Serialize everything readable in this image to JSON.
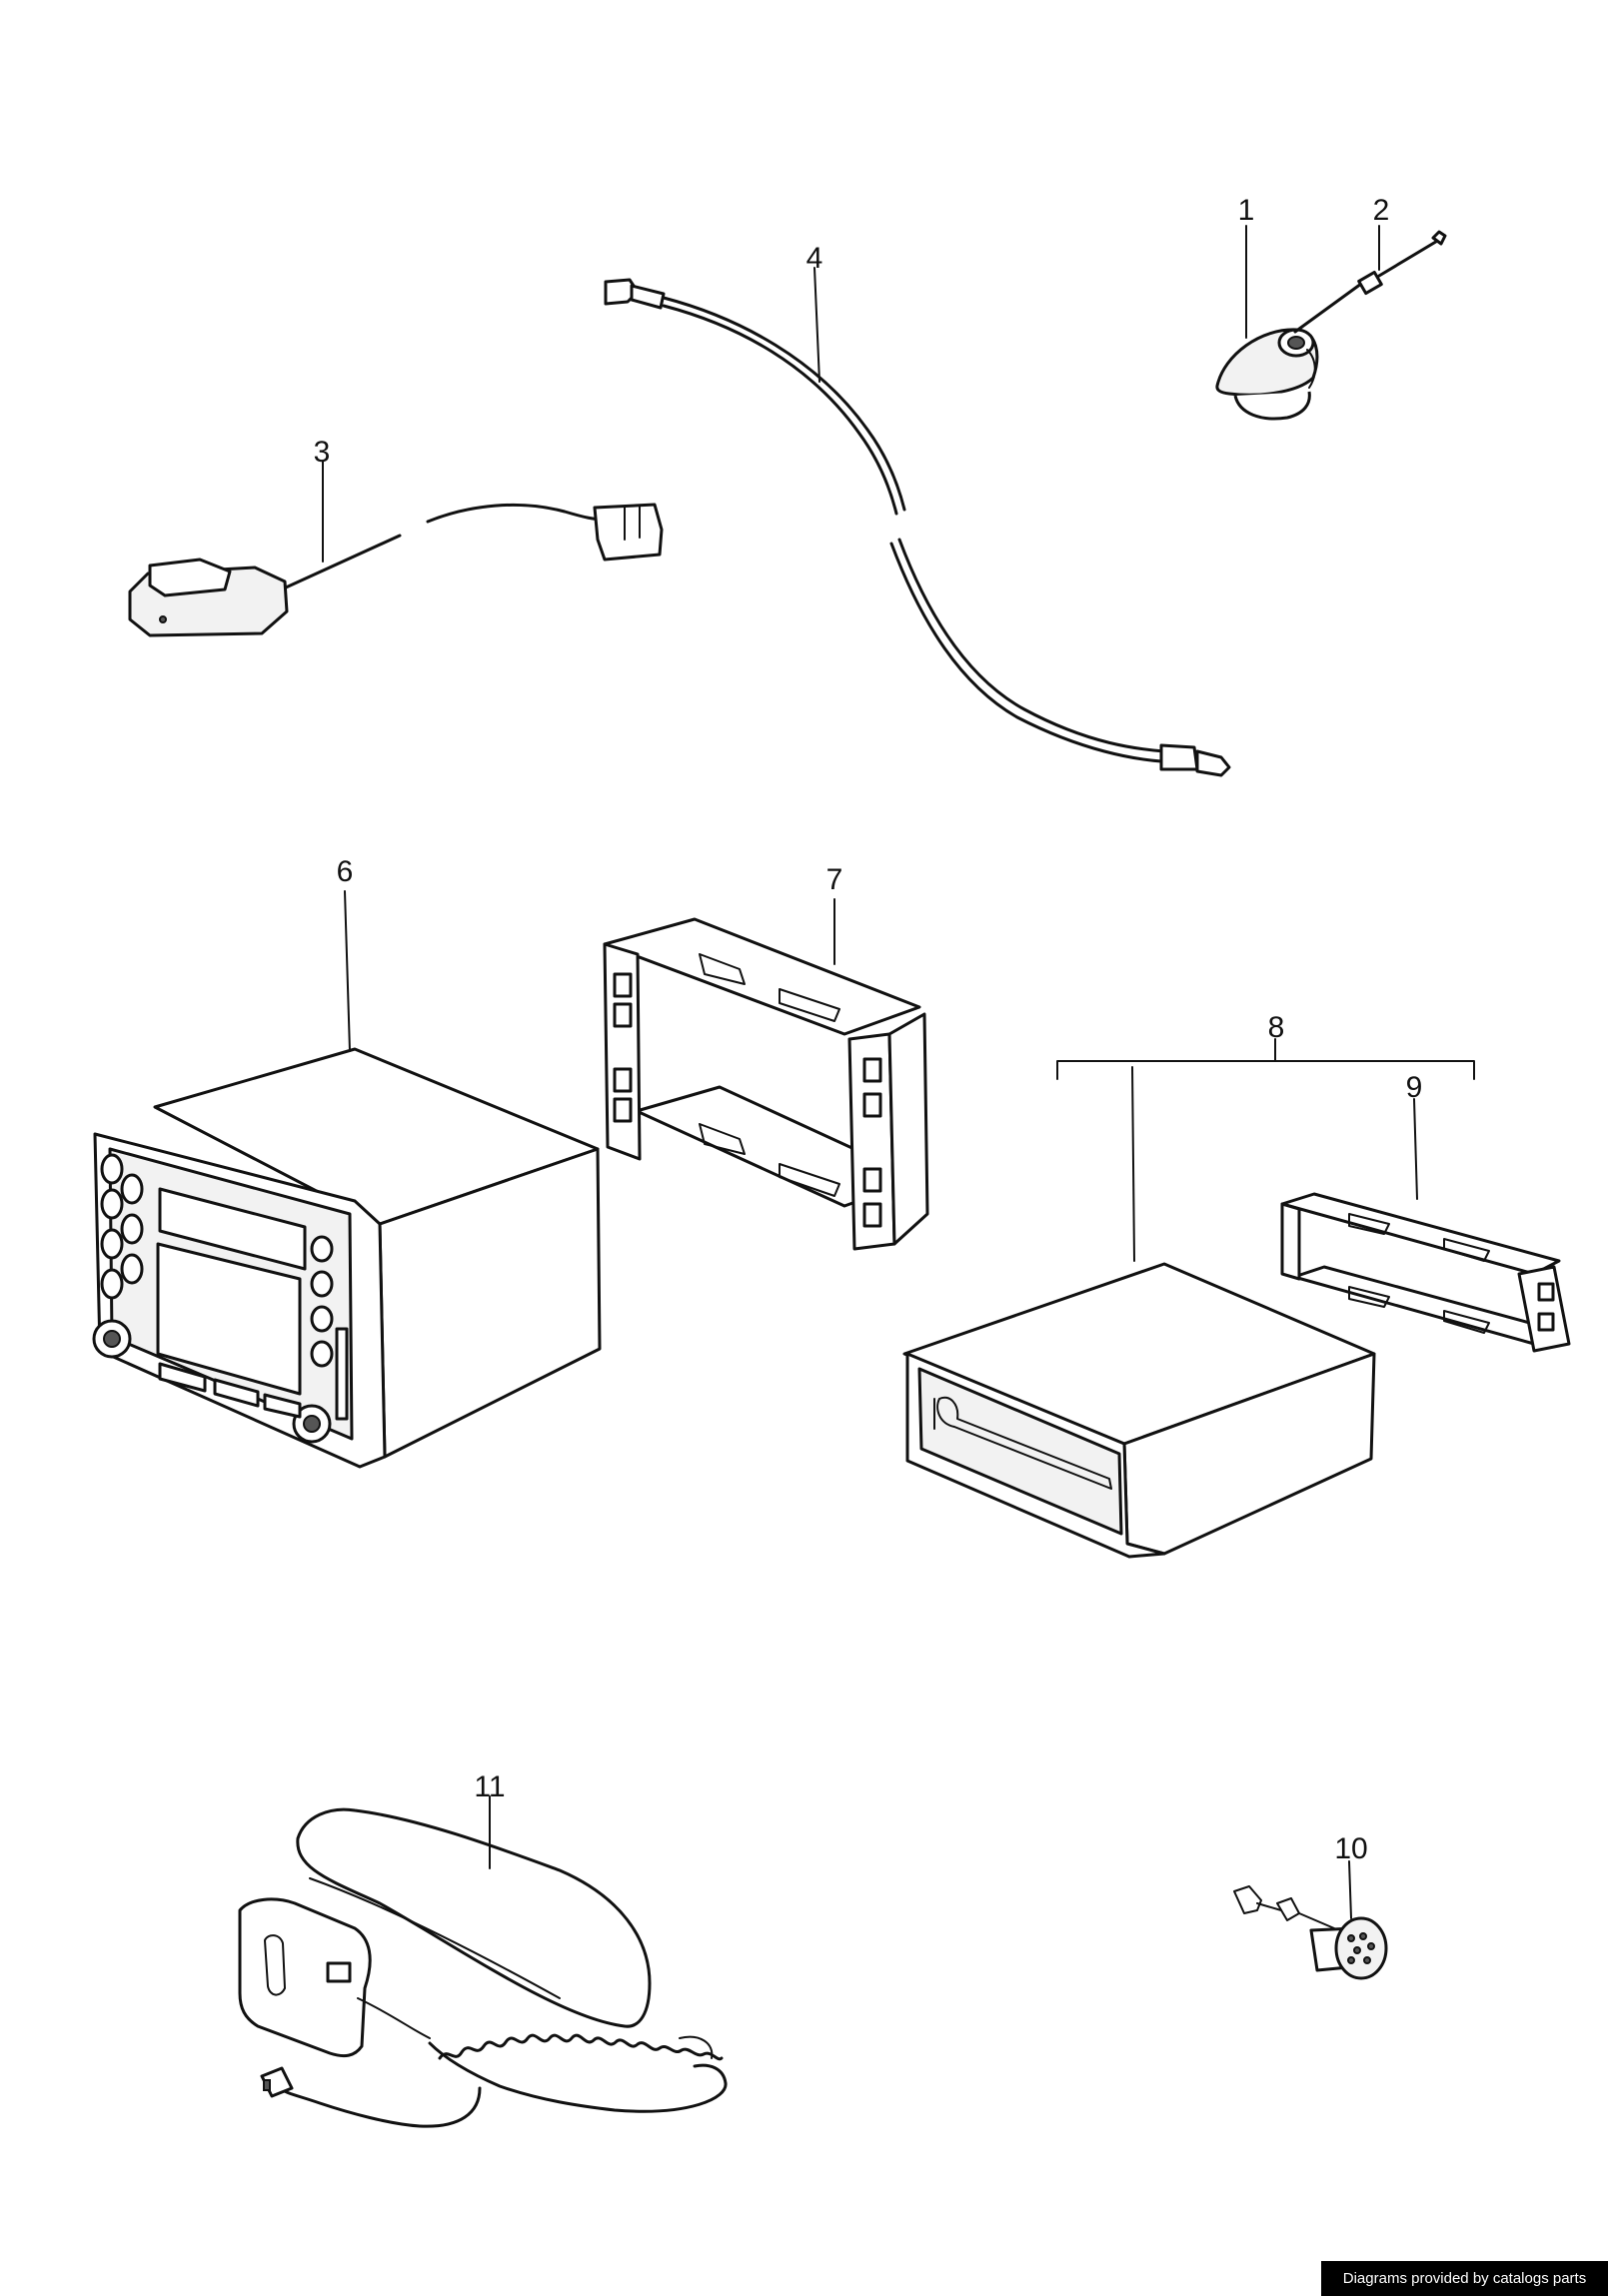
{
  "callouts": [
    {
      "id": "1",
      "label": "1"
    },
    {
      "id": "2",
      "label": "2"
    },
    {
      "id": "3",
      "label": "3"
    },
    {
      "id": "4",
      "label": "4"
    },
    {
      "id": "6",
      "label": "6"
    },
    {
      "id": "7",
      "label": "7"
    },
    {
      "id": "8",
      "label": "8"
    },
    {
      "id": "9",
      "label": "9"
    },
    {
      "id": "10",
      "label": "10"
    },
    {
      "id": "11",
      "label": "11"
    }
  ],
  "credit": "Diagrams provided by catalogs parts"
}
